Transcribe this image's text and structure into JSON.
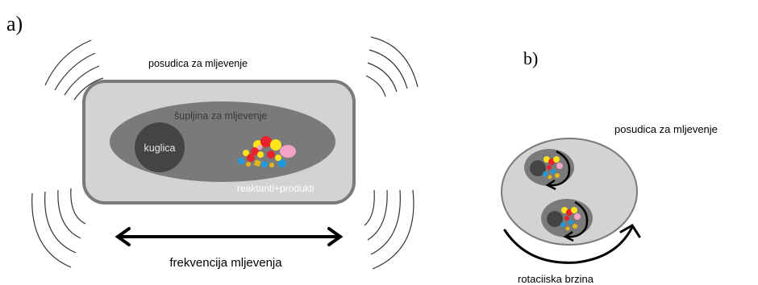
{
  "panel_a": {
    "panel_label": "a)",
    "jar_label": "posudica za mljevenje",
    "cavity_label": "šupljina za mljevenje",
    "ball_label": "kuglica",
    "content_label": "reaktanti+produkti",
    "frequency_label": "frekvencija mljevenja"
  },
  "panel_b": {
    "panel_label": "b)",
    "jar_label": "posudica za mljevenje",
    "speed_label": "rotaciiska brzina"
  },
  "colors": {
    "jar_fill": "#d3d3d3",
    "jar_stroke": "#7a7a7a",
    "cavity_fill": "#7a7a7a",
    "ball_fill": "#444444",
    "particle_red": "#e8232b",
    "particle_yellow": "#ffe419",
    "particle_pink": "#f2a3c6",
    "particle_blue": "#1e9be0",
    "particle_gold": "#e2b71c"
  }
}
